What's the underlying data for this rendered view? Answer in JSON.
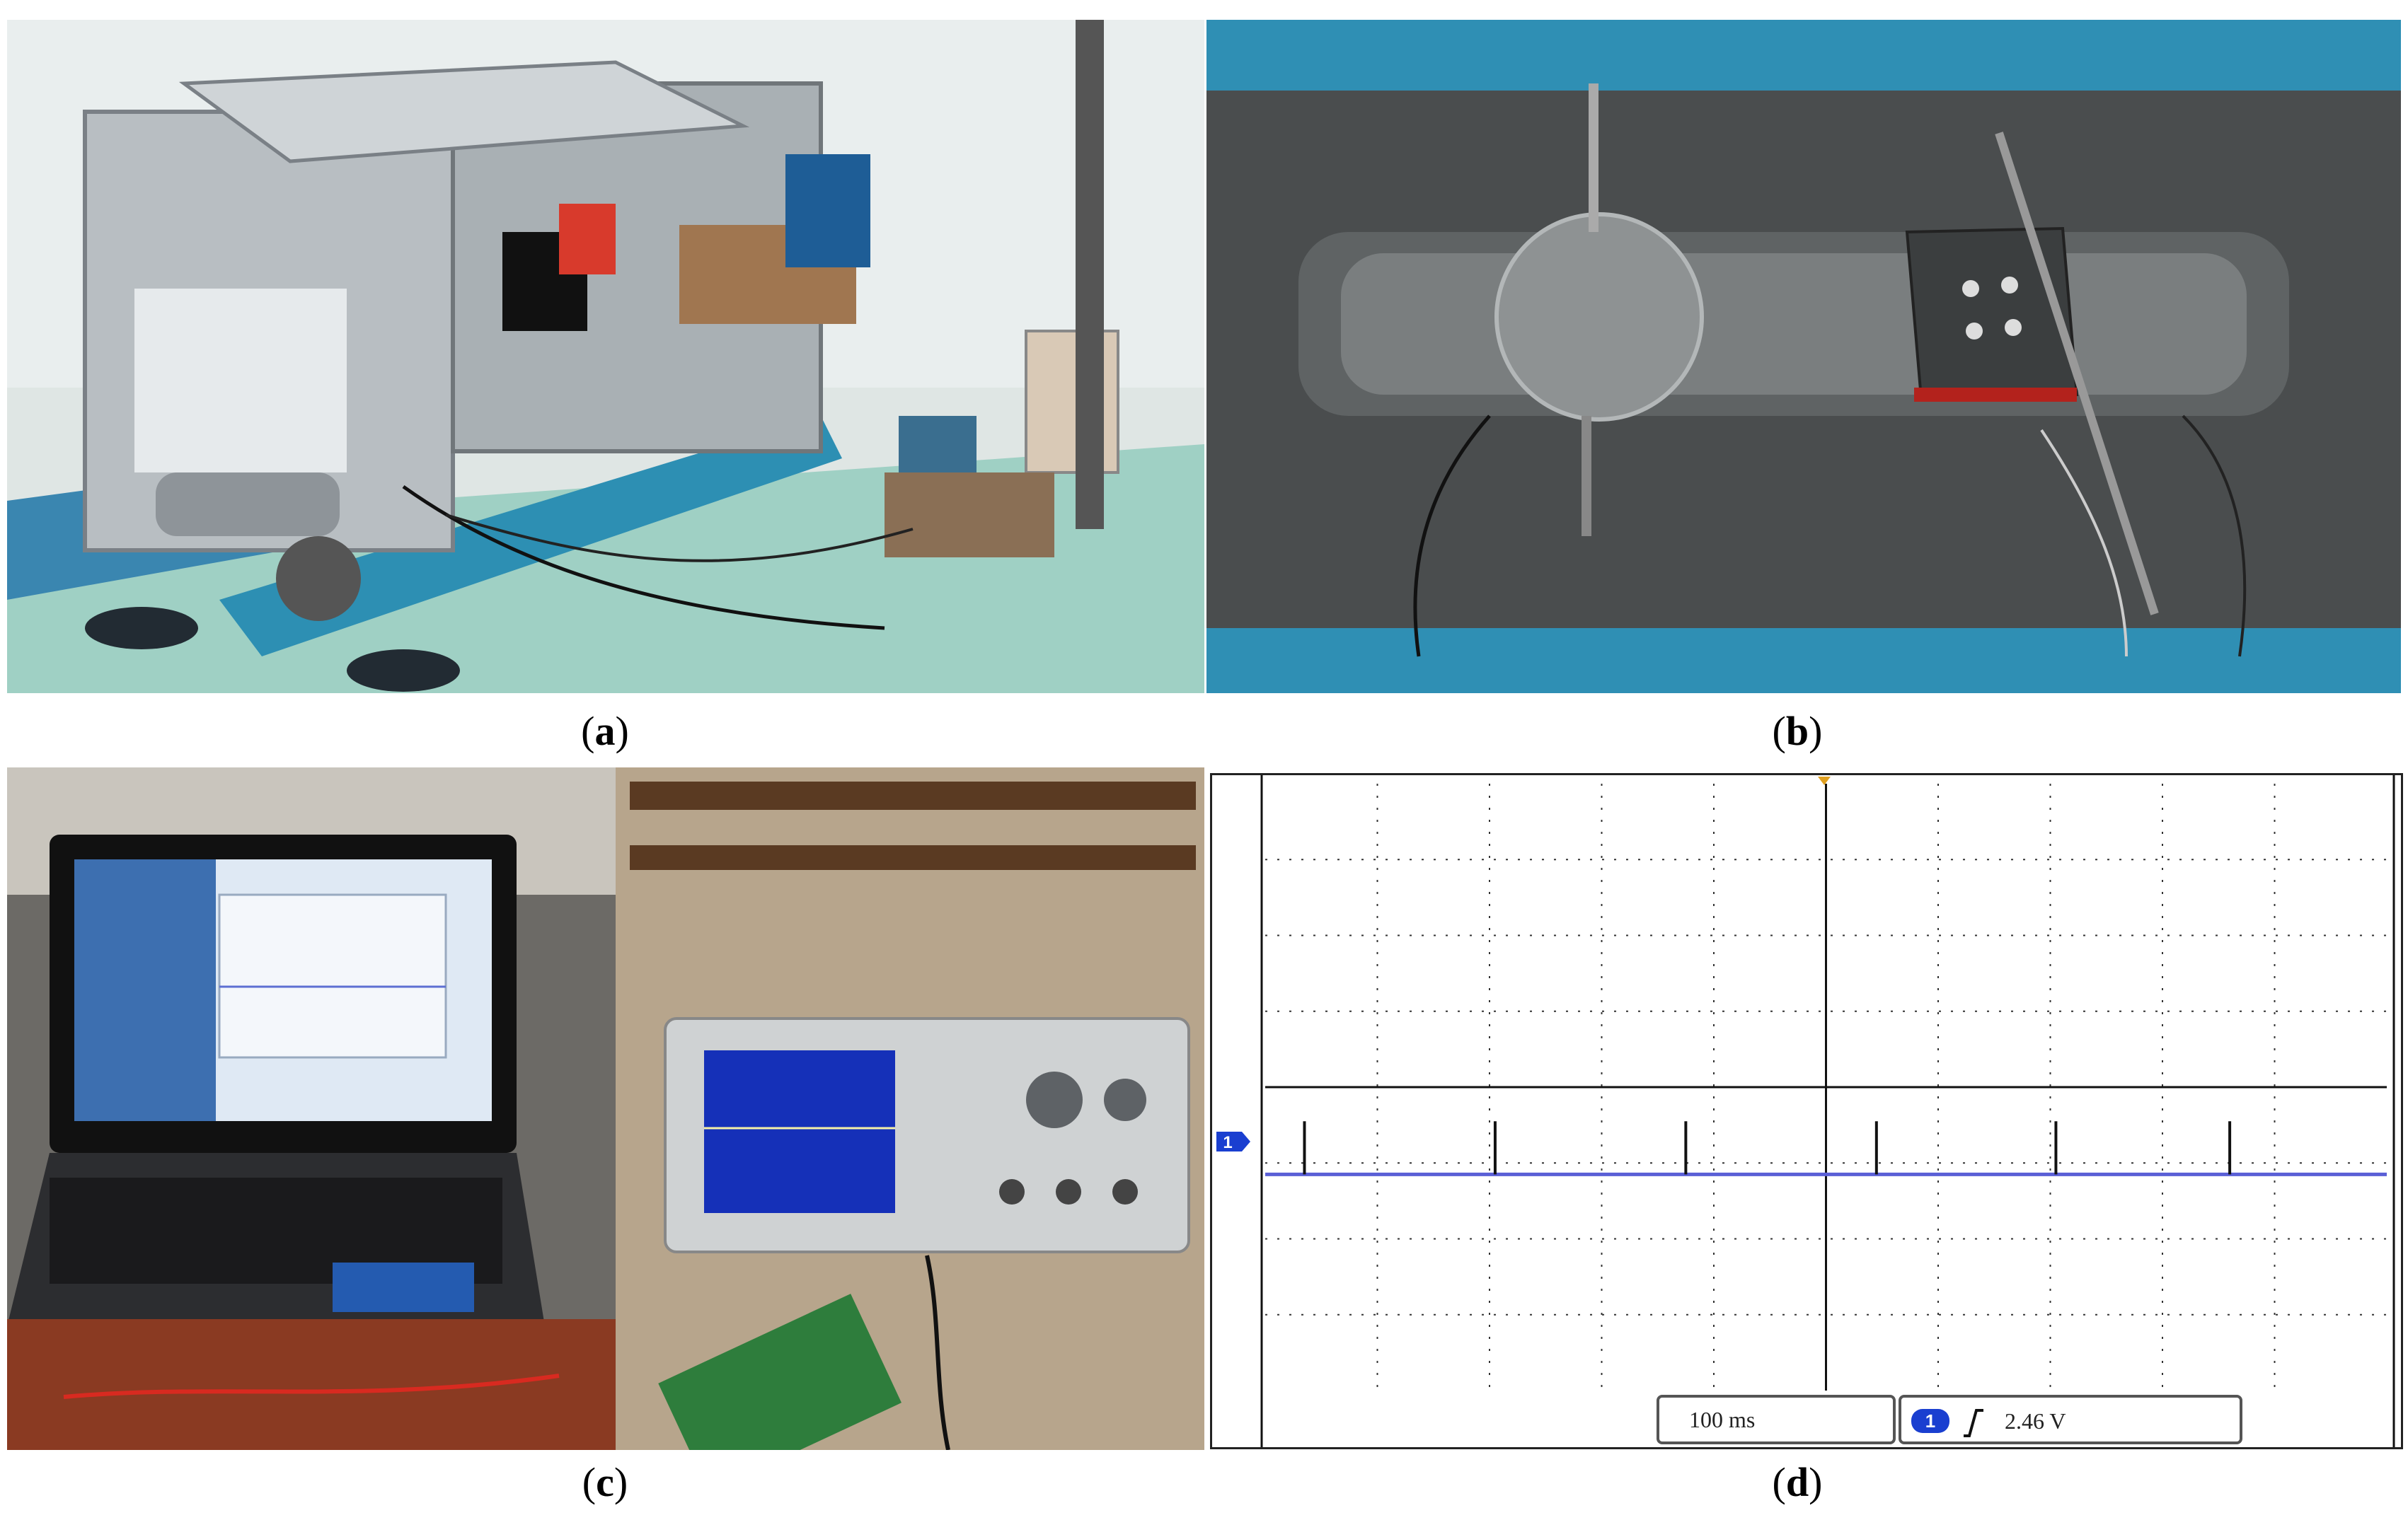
{
  "captions": {
    "a": {
      "open": "(",
      "letter": "a",
      "close": ")"
    },
    "b": {
      "open": "(",
      "letter": "b",
      "close": ")"
    },
    "c": {
      "open": "(",
      "letter": "c",
      "close": ")"
    },
    "d": {
      "open": "(",
      "letter": "d",
      "close": ")"
    }
  },
  "panels": {
    "a": {
      "kind": "photo",
      "subject": "loading-machine-photo"
    },
    "b": {
      "kind": "photo",
      "subject": "pavement-sensors-photo"
    },
    "c": {
      "kind": "photo",
      "subject": "laptop-oscilloscope-photo"
    },
    "d": {
      "kind": "oscilloscope-screen",
      "channel_marker": "1",
      "timebase": "100 ms",
      "trigger_channel": "1",
      "trigger_level": "2.46 V",
      "trace_color": "#5a5fd6",
      "marker_color": "#1a3fd0",
      "trigger_top_color": "#e0a020"
    }
  },
  "chart_data": {
    "type": "line",
    "title": "",
    "xlabel": "",
    "ylabel": "",
    "timebase_per_div": "100 ms",
    "trigger_level": "2.46 V",
    "divisions": {
      "x": 10,
      "y": 8
    },
    "series": [
      {
        "values_description_free": true,
        "pulse_positions_div": [
          0.35,
          2.05,
          3.75,
          5.45,
          7.05,
          8.6
        ],
        "baseline_div": 5.15,
        "pulse_peak_div": 4.45
      }
    ]
  }
}
